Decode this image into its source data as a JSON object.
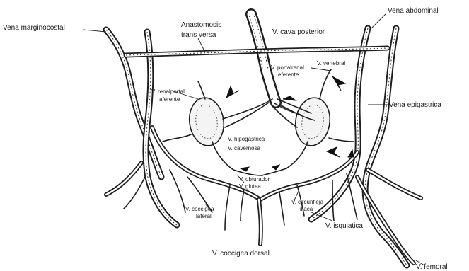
{
  "labels": {
    "vena_marginocostal": "Vena marginocostal",
    "vena_abdominal": "Vena abdominal",
    "anastomosis_line1": "Anastomosis",
    "anastomosis_line2": "trans versa",
    "cava_posterior": "V. cava posterior",
    "portalrenal_line1": "V. portalrenal",
    "portalrenal_line2": "eferente",
    "vertebral": "V. vertebral",
    "vena_epigastrica": "Vena epigastrica",
    "renalportal_line1": "V. renalportal",
    "renalportal_line2": "aferente",
    "hipogastrica": "V. hipogastrica",
    "cavernosa": "V. cavernosa",
    "obturador": "V. obturador",
    "glutea": "V. glutea",
    "circunfleja_line1": "V. circunfleja",
    "circunfleja_line2": "iliaca",
    "coccigea_lateral_line1": "V. coccigea",
    "coccigea_lateral_line2": "lateral",
    "isquiatica": "V. isquiatica",
    "coccigea_dorsal": "V. coccigea dorsal",
    "femoral": "V. femoral"
  },
  "colors": {
    "ink": "#1e1e1e",
    "background": "#ffffff",
    "kidney_fill": "#f4f4f4"
  }
}
